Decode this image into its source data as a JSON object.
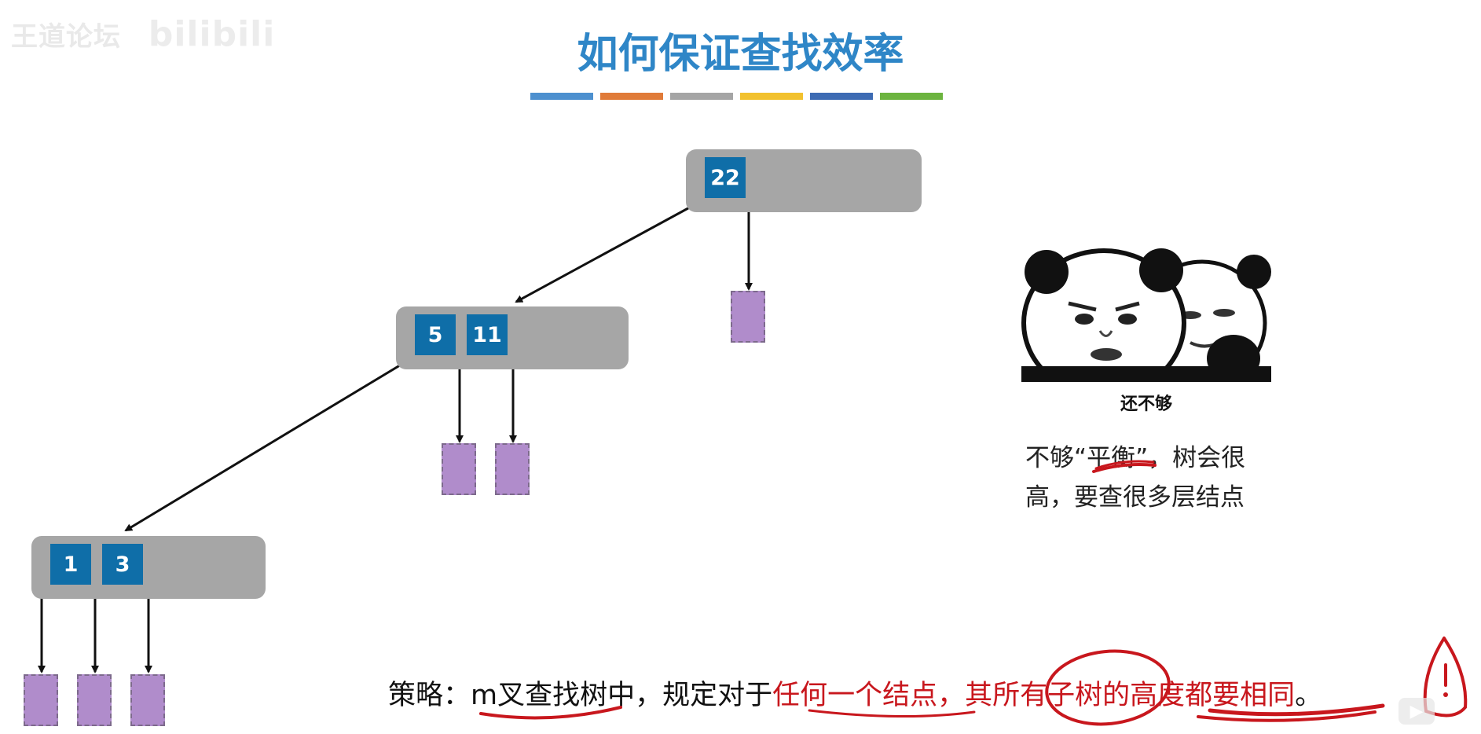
{
  "watermark": {
    "text": "王道论坛",
    "logo": "bilibili"
  },
  "title": "如何保证查找效率",
  "color_bars": [
    "#4d90cf",
    "#e07b39",
    "#a5a5a5",
    "#f2c12e",
    "#3d6bb3",
    "#6cb43f"
  ],
  "tree": {
    "root": {
      "keys": [
        "22"
      ]
    },
    "level2": {
      "keys": [
        "5",
        "11"
      ]
    },
    "level3": {
      "keys": [
        "1",
        "3"
      ]
    }
  },
  "panda": {
    "caption": "还不够",
    "icon": "panda-meme-icon"
  },
  "side_note": {
    "line1_a": "不够“",
    "line1_b": "平衡",
    "line1_c": "”，树会很",
    "line2": "高，要查很多层结点"
  },
  "strategy": {
    "prefix": "策略：",
    "part1": "m叉查找树",
    "part2": "中，规定对于",
    "part3": "任何一个结点，其所有子树的高度都要相同",
    "suffix": "。"
  },
  "colors": {
    "title": "#2f86c7",
    "key_fill": "#0f6ea8",
    "node_fill": "#a6a6a6",
    "leaf_fill": "#b08ccb",
    "highlight_red": "#c8171d"
  }
}
